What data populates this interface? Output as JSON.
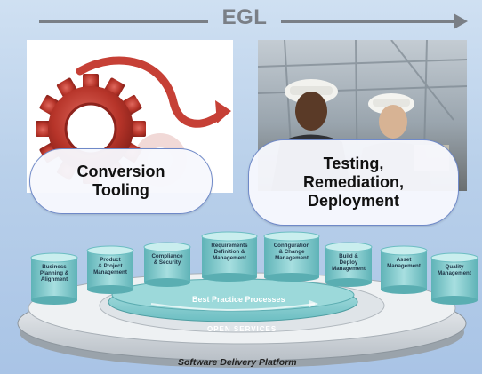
{
  "header": {
    "egl_label": "EGL"
  },
  "conversion": {
    "line1": "Conversion",
    "line2": "Tooling"
  },
  "testing": {
    "line1": "Testing,",
    "line2": "Remediation,",
    "line3": "Deployment"
  },
  "platform": {
    "best_practice": "Best Practice Processes",
    "open_services": "OPEN SERVICES",
    "title": "Software Delivery Platform",
    "columns": [
      {
        "lines": [
          "Business",
          "Planning &",
          "Alignment"
        ]
      },
      {
        "lines": [
          "Product",
          "& Project",
          "Management"
        ]
      },
      {
        "lines": [
          "Compliance",
          "& Security"
        ]
      },
      {
        "lines": [
          "Requirements",
          "Definition &",
          "Management"
        ]
      },
      {
        "lines": [
          "Configuration",
          "& Change",
          "Management"
        ]
      },
      {
        "lines": [
          "Build &",
          "Deploy",
          "Management"
        ]
      },
      {
        "lines": [
          "Asset",
          "Management"
        ]
      },
      {
        "lines": [
          "Quality",
          "Management"
        ]
      }
    ]
  },
  "colors": {
    "arrow_gray": "#7a7f86",
    "gear_red": "#c0392b",
    "bubble_border": "#6f89c8",
    "column_teal": "#7fc6c9",
    "disc_teal": "#8fd1d3"
  }
}
